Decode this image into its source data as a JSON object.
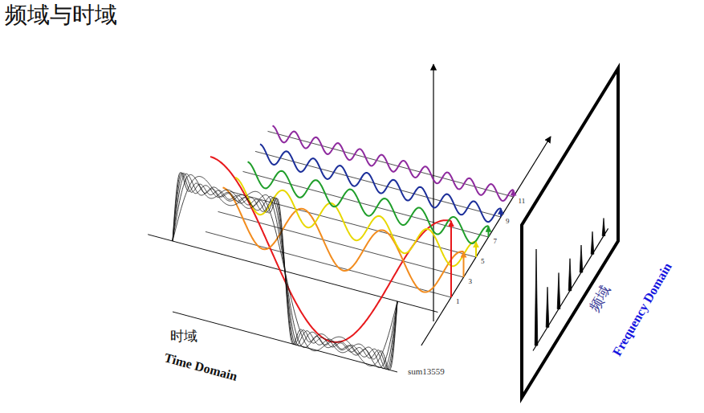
{
  "diagram": {
    "title": "频域与时域",
    "labels": [
      "时域",
      "Time Domain",
      "频域",
      "Frequency Domain",
      "sum13559",
      "1",
      "3",
      "5",
      "7",
      "9",
      "11"
    ]
  }
}
